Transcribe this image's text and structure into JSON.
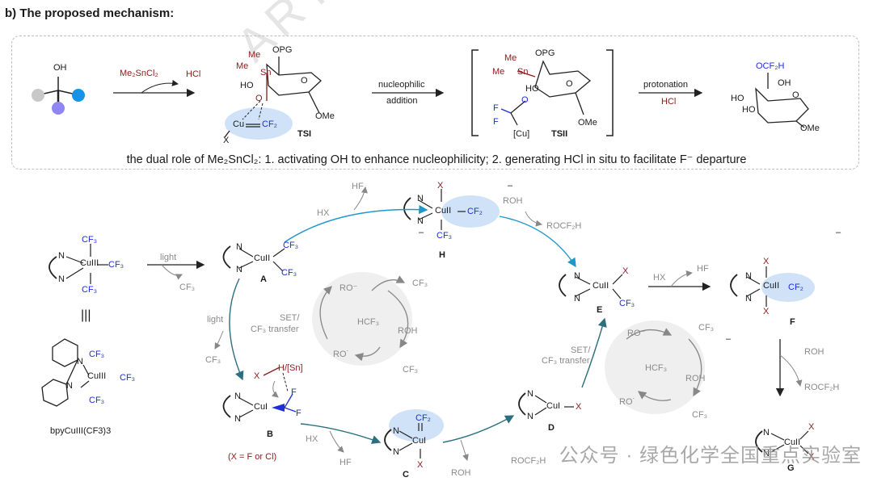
{
  "heading": "b) The proposed mechanism:",
  "watermark_text": "ARTICLE",
  "wechat_watermark": "公众号 · 绿色化学全国重点实验室",
  "top_scheme": {
    "reagent_1": "Me₂SnCl₂",
    "byproduct_1": "HCl",
    "ts1_label": "TSI",
    "step_2_top": "nucleophilic",
    "step_2_bottom": "addition",
    "ts2_label": "TSII",
    "step_3_top": "protonation",
    "step_3_bottom": "HCl",
    "caption": "the dual role of Me₂SnCl₂: 1. activating OH to enhance nucleophilicity; 2. generating HCl in situ to facilitate F⁻ departure",
    "atoms": {
      "oh": "OH",
      "opg": "OPG",
      "me": "Me",
      "sn": "Sn",
      "ho": "HO",
      "o": "O",
      "ome": "OMe",
      "cu": "Cu",
      "cf2": "CF₂",
      "x": "X",
      "f": "F",
      "cu_br": "[Cu]",
      "ocf2h": "OCF₂H"
    }
  },
  "cycle": {
    "start_complex": "CuIII",
    "start_label": "bpyCuIII(CF3)3",
    "equiv": "|||",
    "light_1": "light",
    "cf3_rad": "CF₃",
    "A": "A",
    "B": "B",
    "C": "C",
    "D": "D",
    "E": "E",
    "F": "F",
    "G": "G",
    "H": "H",
    "x_note": "(X = F or Cl)",
    "hx": "HX",
    "hf": "HF",
    "roh": "ROH",
    "rocf2h": "ROCF₂H",
    "set_top": "SET/",
    "set_bottom": "CF₃ transfer",
    "light_2": "light",
    "ro_minus": "RO⁻",
    "hcf3": "HCF₃",
    "ro_rad": "RO˙",
    "h_sn": "H/[Sn]",
    "cu_i": "CuI",
    "cu_ii": "CuII",
    "n": "N",
    "cf3": "CF₃",
    "cf2": "CF₂",
    "x": "X",
    "minus": "–"
  }
}
